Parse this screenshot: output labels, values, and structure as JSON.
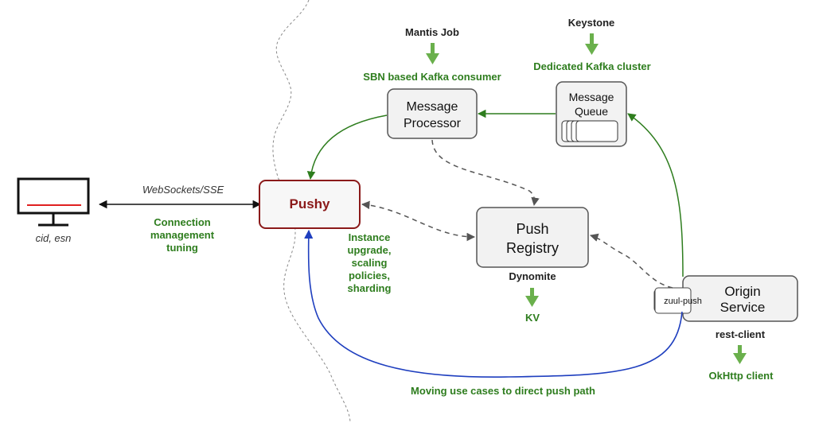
{
  "client": {
    "label": "cid, esn",
    "link_label": "WebSockets/SSE",
    "link_note": [
      "Connection",
      "management",
      "tuning"
    ]
  },
  "pushy": {
    "label": "Pushy",
    "note": [
      "Instance",
      "upgrade,",
      "scaling",
      "policies,",
      "sharding"
    ]
  },
  "message_processor": {
    "label": [
      "Message",
      "Processor"
    ],
    "source": "Mantis Job",
    "source_note": "SBN based Kafka consumer"
  },
  "message_queue": {
    "label": [
      "Message",
      "Queue"
    ],
    "source": "Keystone",
    "source_note": "Dedicated Kafka cluster"
  },
  "push_registry": {
    "label": [
      "Push",
      "Registry"
    ],
    "backing": "Dynomite",
    "backing_note": "KV"
  },
  "origin_service": {
    "label": [
      "Origin",
      "Service"
    ],
    "plugin": "zuul-push",
    "client": "rest-client",
    "client_note": "OkHttp client"
  },
  "direct_path_label": "Moving use cases to direct push path",
  "colors": {
    "green": "#2e7d1e",
    "arrow_green": "#6ab04c",
    "pushy_border": "#8b1a1a",
    "blue": "#1f3fbf",
    "box_fill": "#f2f2f2",
    "box_border": "#555555"
  }
}
